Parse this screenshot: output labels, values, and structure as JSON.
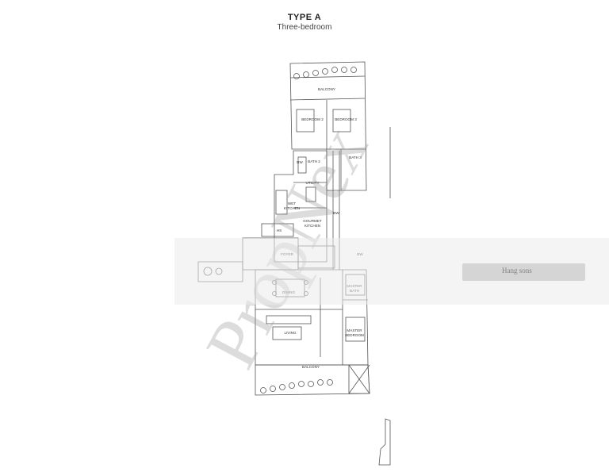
{
  "header": {
    "title": "TYPE A",
    "subtitle": "Three-bedroom"
  },
  "rooms": {
    "balcony_top": "BALCONY",
    "bedroom_2": "BEDROOM 2",
    "bedroom_3": "BEDROOM 3",
    "bath_2": "BATH 2",
    "bath_3": "BATH 3",
    "bw_1": "BW",
    "bw_2": "BW",
    "bw_3": "BW",
    "utility": "UTILITY",
    "wet_kitchen_1": "WET",
    "wet_kitchen_2": "KITCHEN",
    "gourmet_kitchen_1": "GOURMET",
    "gourmet_kitchen_2": "KITCHEN",
    "hs": "HS",
    "foyer": "FOYER",
    "dining": "DINING",
    "living": "LIVING",
    "master_bath_1": "MASTER",
    "master_bath_2": "BATH",
    "master_bedroom_1": "MASTER",
    "master_bedroom_2": "BEDROOM",
    "balcony_bottom": "BALCONY"
  },
  "watermark": {
    "text": "PropNex",
    "band_text": "Hang sons"
  }
}
